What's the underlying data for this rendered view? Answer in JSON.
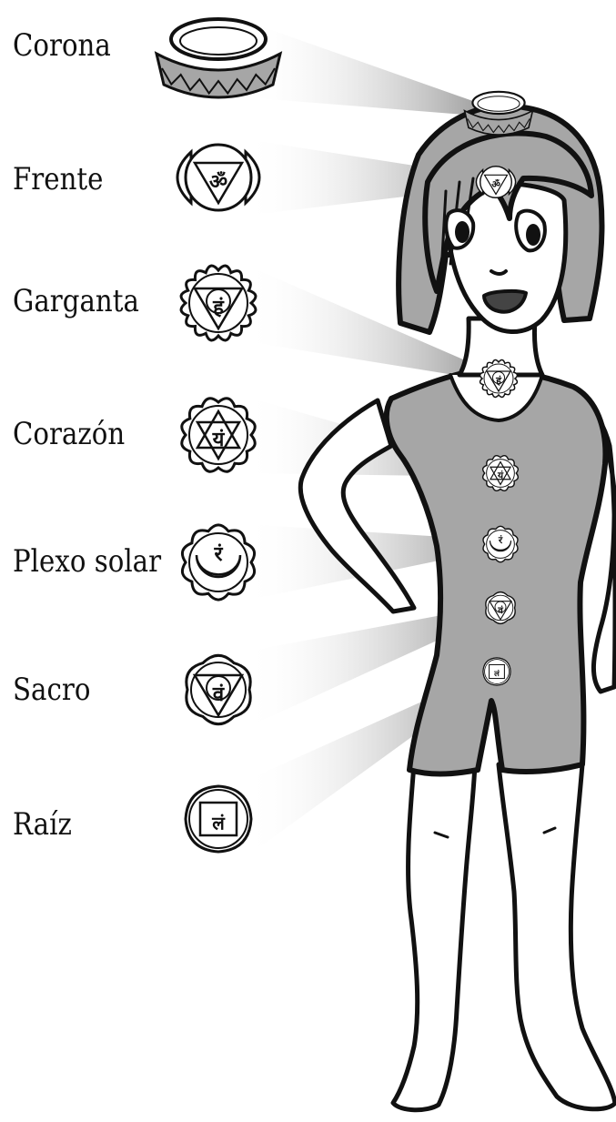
{
  "chakras": [
    {
      "label": "Corona",
      "glyph": ""
    },
    {
      "label": "Frente",
      "glyph": "ॐ"
    },
    {
      "label": "Garganta",
      "glyph": "हं"
    },
    {
      "label": "Corazón",
      "glyph": "यं"
    },
    {
      "label": "Plexo solar",
      "glyph": "रं"
    },
    {
      "label": "Sacro",
      "glyph": "वं"
    },
    {
      "label": "Raíz",
      "glyph": "लं"
    }
  ],
  "colors": {
    "figure_fill": "#a6a6a6",
    "outline": "#111111",
    "ray_dark": "#8a8a8a",
    "background": "#ffffff"
  }
}
